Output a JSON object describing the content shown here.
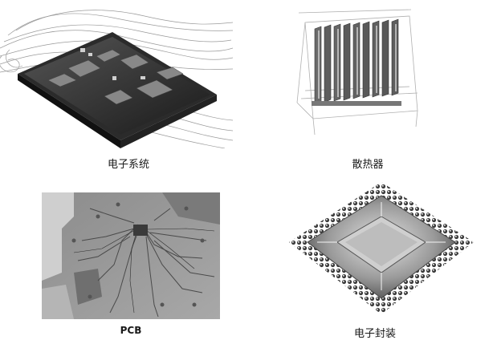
{
  "figures": [
    {
      "caption": "电子系统"
    },
    {
      "caption": "散热器"
    },
    {
      "caption": "PCB"
    },
    {
      "caption": "电子封装"
    }
  ]
}
